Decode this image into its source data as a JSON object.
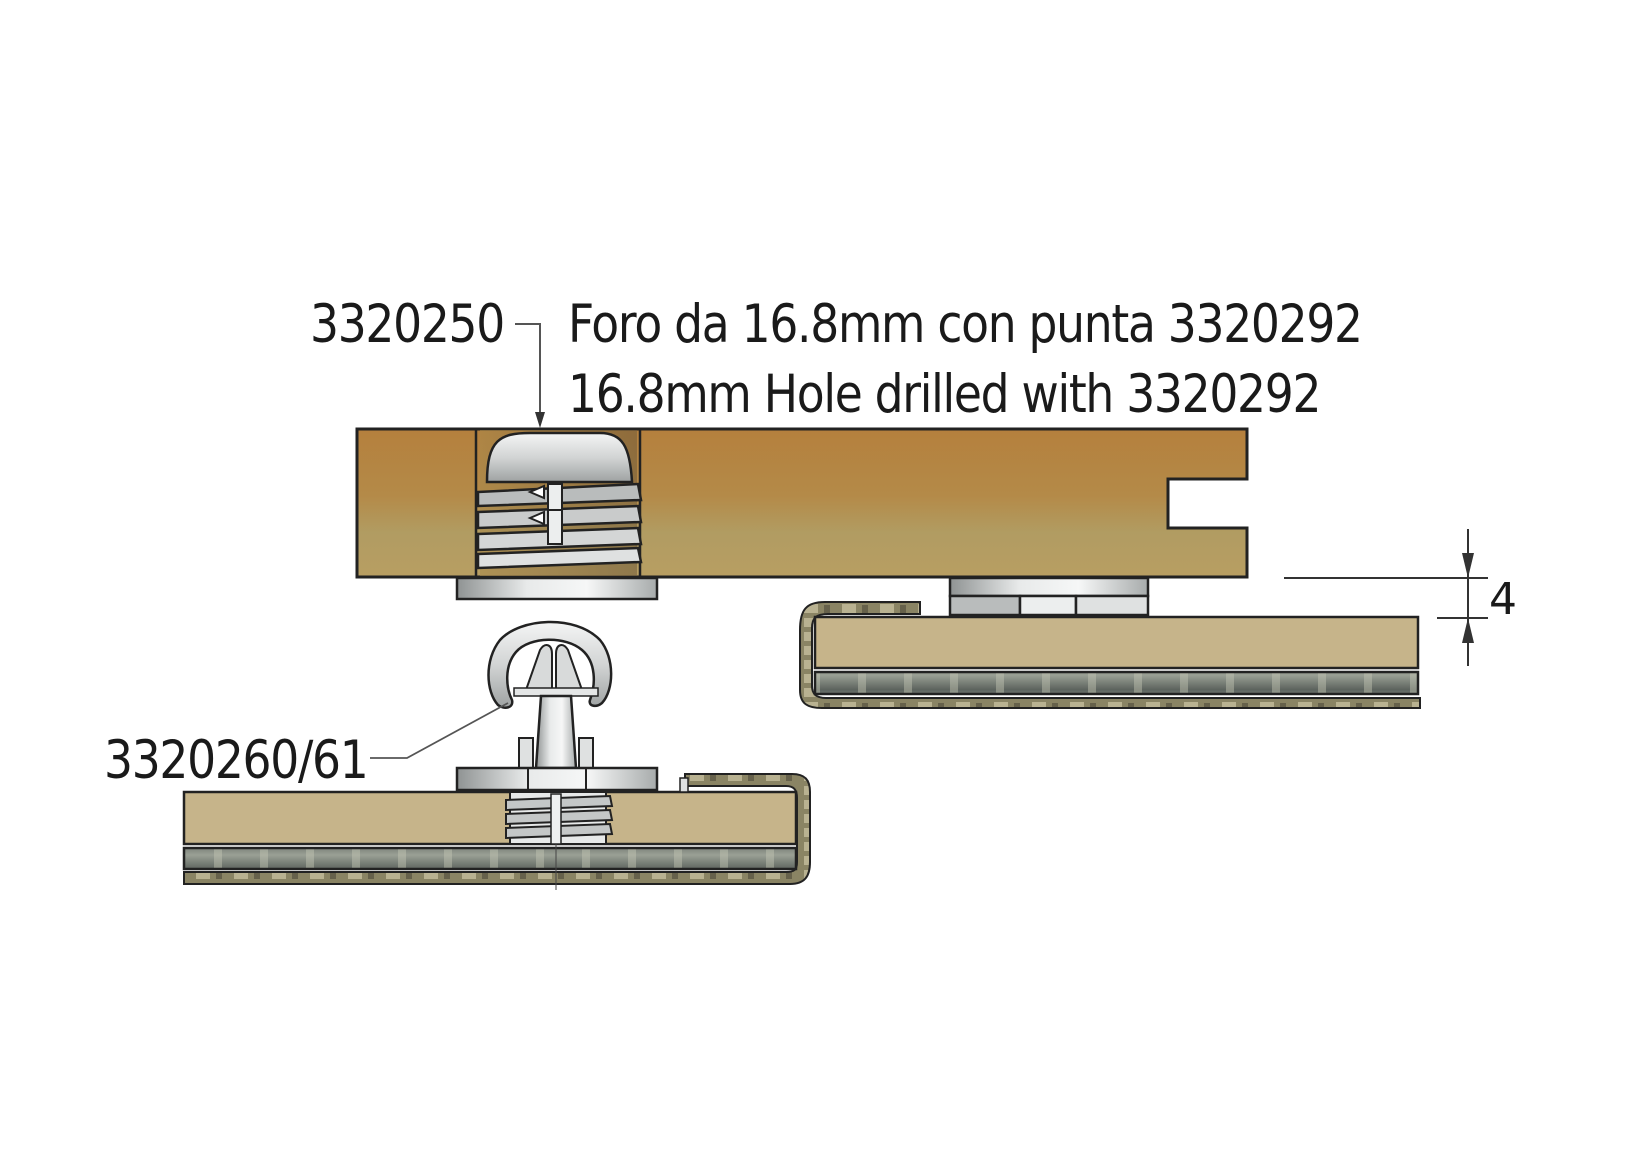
{
  "diagram": {
    "type": "technical-assembly-cross-section",
    "labels": {
      "part_top": "3320250",
      "note_it": "Foro da 16.8mm con punta 3320292",
      "note_en": "16.8mm Hole drilled with 3320292",
      "part_bottom": "3320260/61",
      "dimension_gap": "4"
    },
    "components": [
      {
        "id": "wood-board",
        "name": "Wooden board with drilled hole and groove"
      },
      {
        "id": "insert-3320250",
        "name": "Threaded insert socket 3320250 in 16.8mm hole"
      },
      {
        "id": "panel-right",
        "name": "Edge-banded panel with clip under board"
      },
      {
        "id": "connector-3320260",
        "name": "Mushroom-head connector pin 3320260/61"
      },
      {
        "id": "panel-left",
        "name": "Edge-banded panel with connector"
      }
    ],
    "colors": {
      "wood_light": "#b89a5a",
      "wood_dark": "#b07e3a",
      "panel_core": "#c6b48a",
      "metal_band": "#7c8078",
      "metal_light": "#e4e6e6",
      "outline": "#222222",
      "text": "#1a1a1a"
    }
  }
}
